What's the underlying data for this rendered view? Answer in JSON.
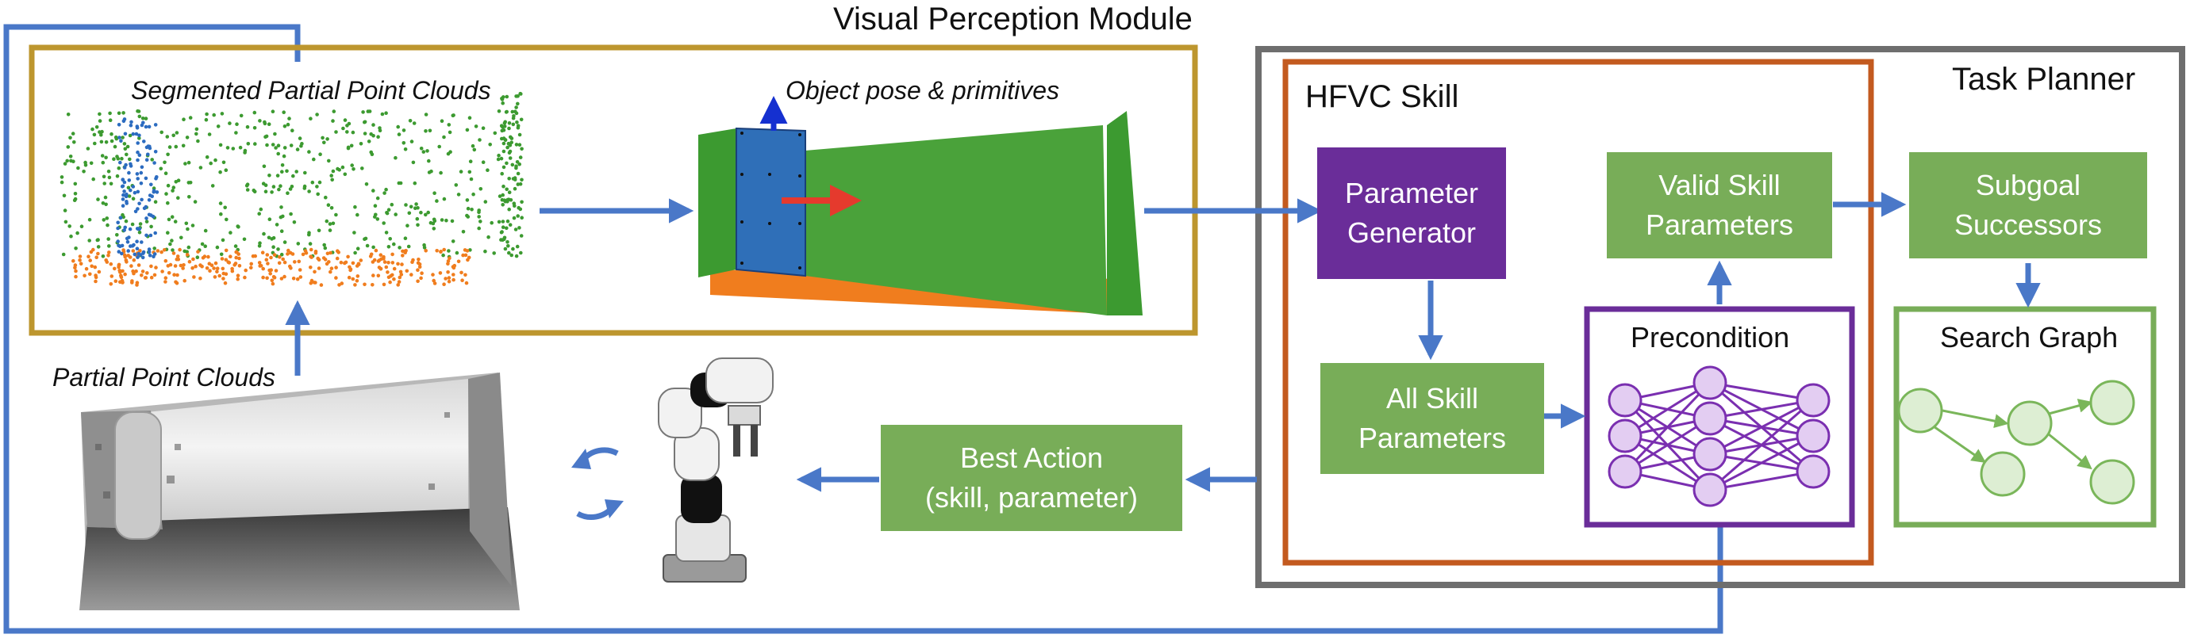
{
  "titles": {
    "visual_perception": "Visual Perception Module",
    "task_planner": "Task Planner",
    "hfvc_skill": "HFVC Skill"
  },
  "labels": {
    "segmented": "Segmented Partial Point Clouds",
    "object_pose": "Object pose & primitives",
    "partial": "Partial Point Clouds",
    "precondition": "Precondition",
    "search_graph": "Search Graph"
  },
  "boxes": {
    "param_gen": [
      "Parameter",
      "Generator"
    ],
    "valid_params": [
      "Valid Skill",
      "Parameters"
    ],
    "subgoal": [
      "Subgoal",
      "Successors"
    ],
    "all_params": [
      "All Skill",
      "Parameters"
    ],
    "best_action": [
      "Best Action",
      "(skill, parameter)"
    ]
  },
  "colors": {
    "arrow": "#4a78c8",
    "perception_frame": "#bd962e",
    "planner_frame": "#6e6e6e",
    "skill_frame": "#c35a1f",
    "green_box": "#78ad58",
    "purple_box": "#6a2d99",
    "pointcloud_green": "#3c9a30",
    "pointcloud_orange": "#f07d1e",
    "pointcloud_blue": "#2c6cc0"
  },
  "icons": [
    "robot-arm-icon",
    "refresh-cycle-icon",
    "neural-network-icon",
    "graph-network-icon"
  ]
}
